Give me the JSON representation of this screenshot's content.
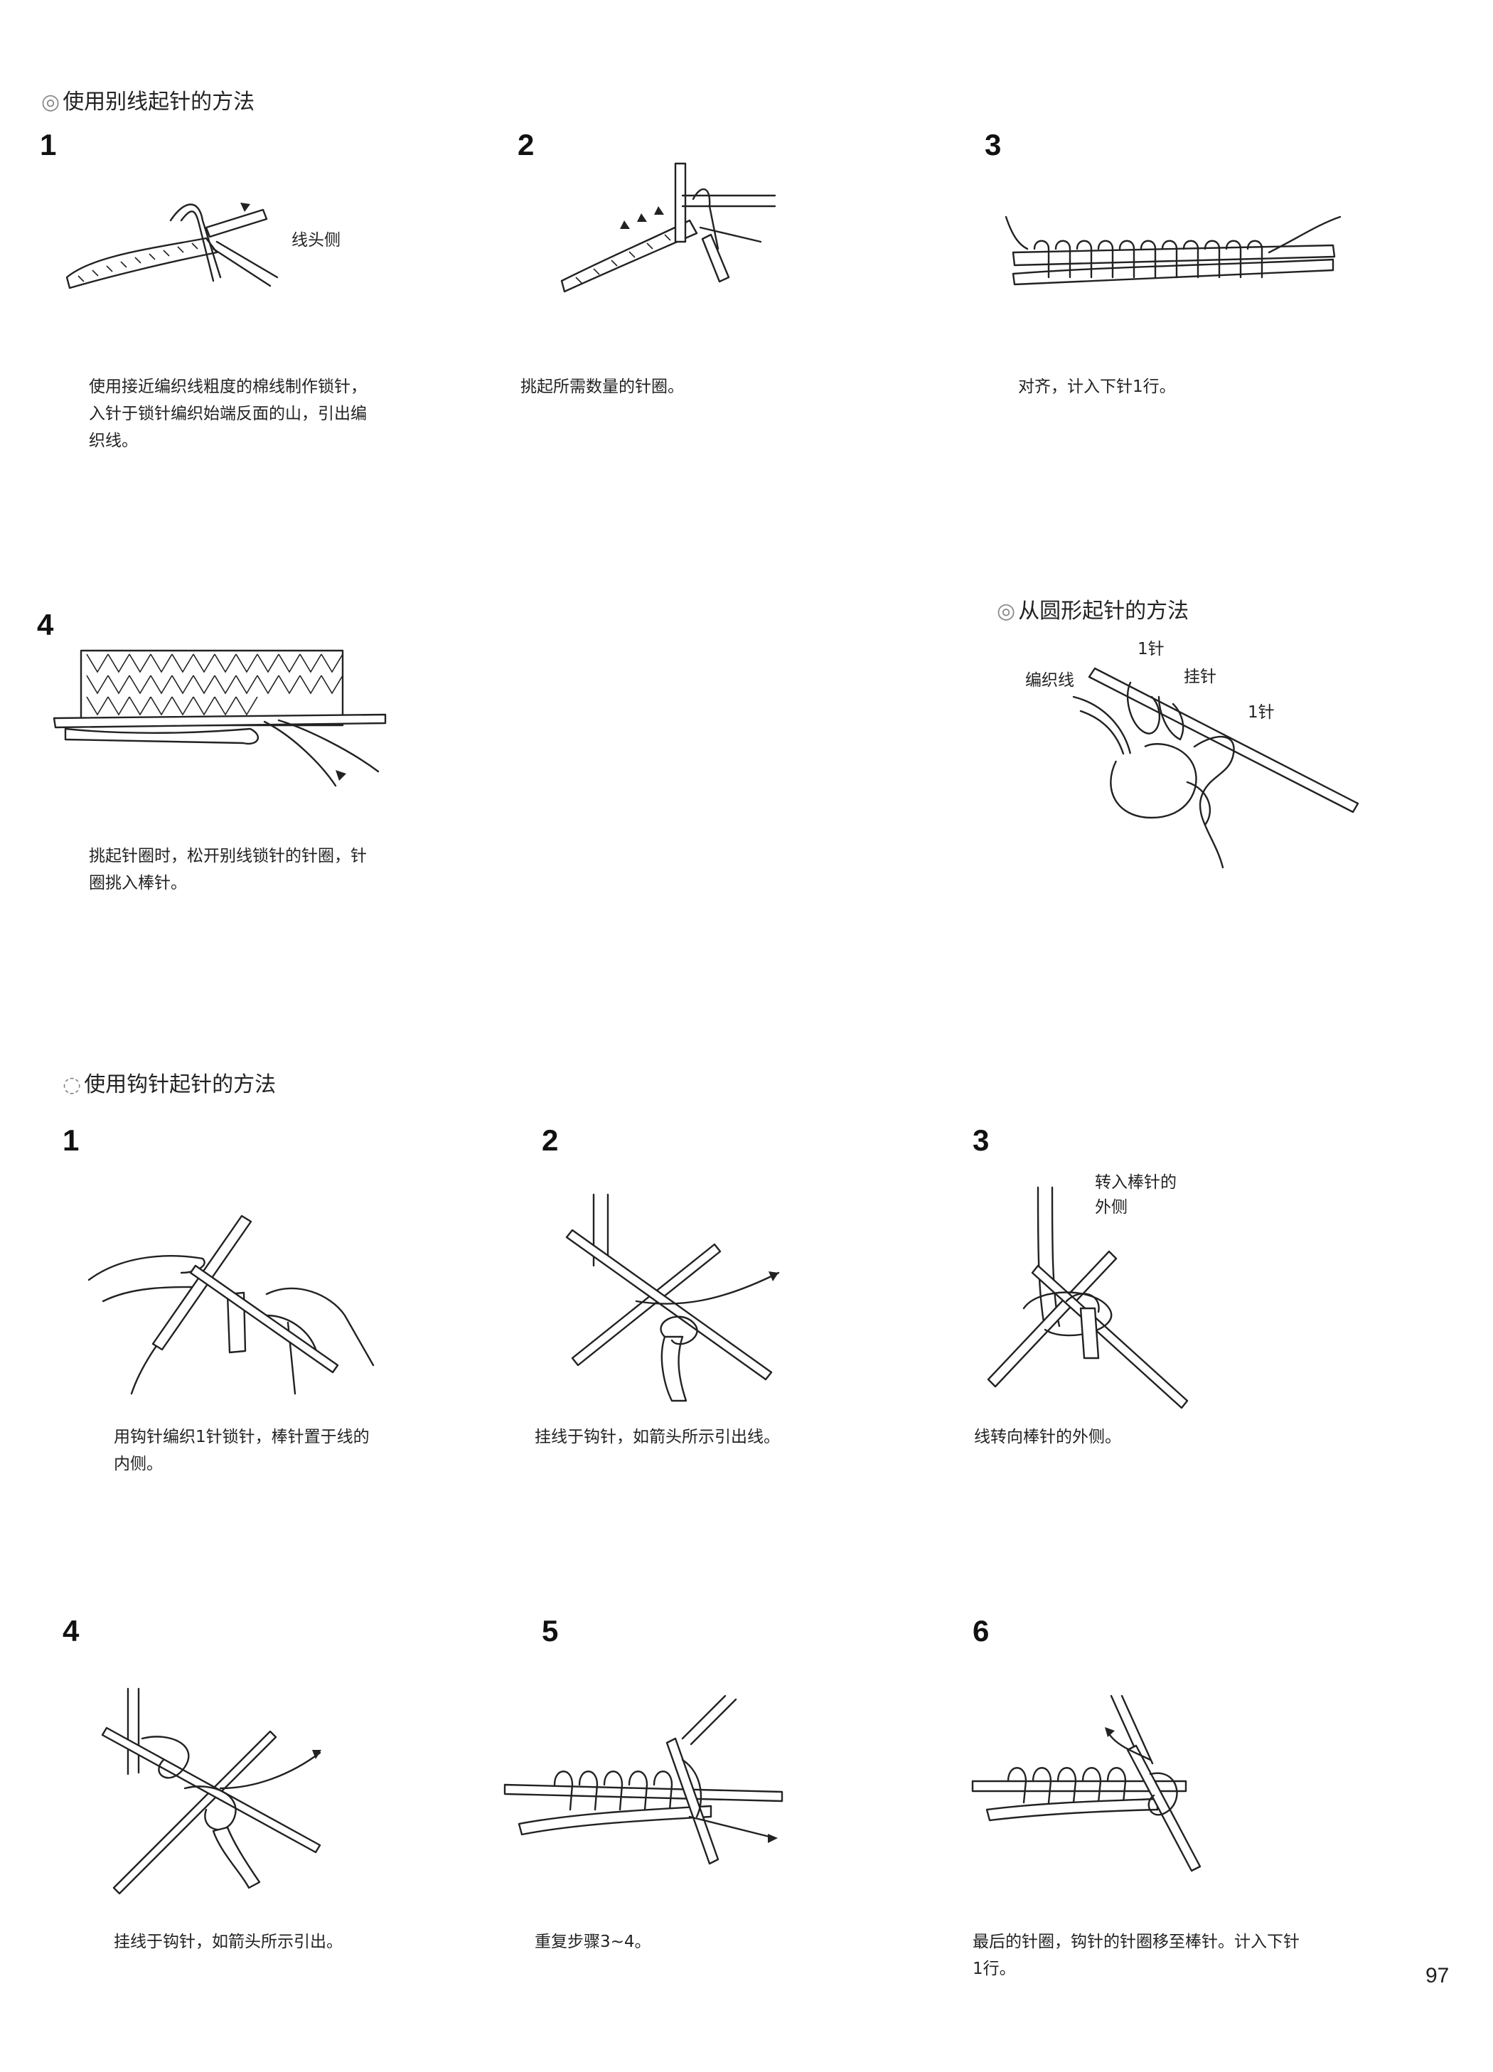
{
  "sections": {
    "waste_yarn": {
      "mark": "◎",
      "title": "使用别线起针的方法",
      "steps": [
        {
          "num": "1",
          "caption": "使用接近编织线粗度的棉线制作锁针，入针于锁针编织始端反面的山，引出编织线。",
          "label": "线头侧"
        },
        {
          "num": "2",
          "caption": "挑起所需数量的针圈。"
        },
        {
          "num": "3",
          "caption": "对齐，计入下针1行。"
        },
        {
          "num": "4",
          "caption": "挑起针圈时，松开别线锁针的针圈，针圈挑入棒针。"
        }
      ]
    },
    "circle": {
      "mark": "◎",
      "title": "从圆形起针的方法",
      "labels": {
        "yarn": "编织线",
        "stitch_top": "1针",
        "hang": "挂针",
        "stitch_right": "1针"
      }
    },
    "crochet": {
      "mark": "◌",
      "title": "使用钩针起针的方法",
      "steps": [
        {
          "num": "1",
          "caption": "用钩针编织1针锁针，棒针置于线的内侧。"
        },
        {
          "num": "2",
          "caption": "挂线于钩针，如箭头所示引出线。"
        },
        {
          "num": "3",
          "caption": "线转向棒针的外侧。",
          "label_line1": "转入棒针的",
          "label_line2": "外侧"
        },
        {
          "num": "4",
          "caption": "挂线于钩针，如箭头所示引出。"
        },
        {
          "num": "5",
          "caption": "重复步骤3~4。"
        },
        {
          "num": "6",
          "caption": "最后的针圈，钩针的针圈移至棒针。计入下针1行。"
        }
      ]
    }
  },
  "page_number": "97"
}
